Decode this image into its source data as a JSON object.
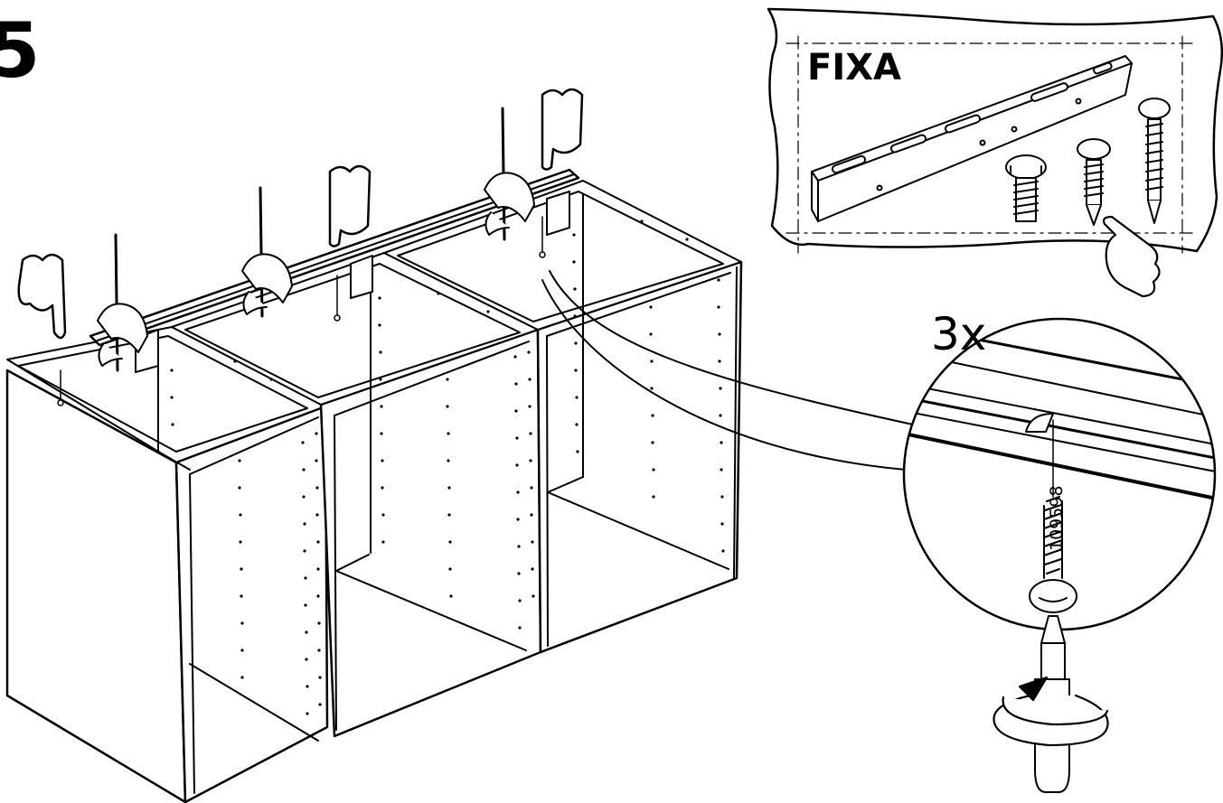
{
  "step": {
    "number": "5"
  },
  "callout": {
    "label": "FIXA"
  },
  "detail": {
    "quantity": "3x",
    "part_number": "109598"
  },
  "colors": {
    "ink": "#000000",
    "paper": "#ffffff"
  },
  "icons": [
    "pointing-hand-icon",
    "clamp-icon",
    "screw-icon",
    "screwdriver-icon",
    "rotation-arrow-icon",
    "rail-icon"
  ]
}
